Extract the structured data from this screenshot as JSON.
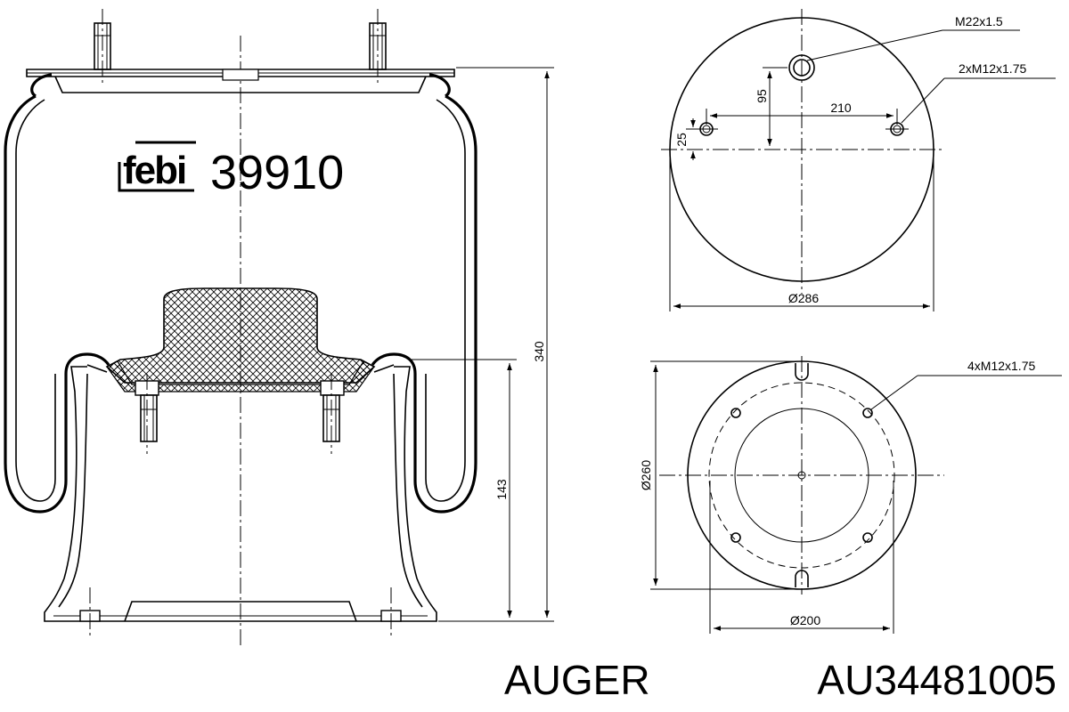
{
  "logo": {
    "brand": "febi",
    "part_number": "39910"
  },
  "footer": {
    "brand": "AUGER",
    "part_number": "AU34481005"
  },
  "dimensions": {
    "height_total": "340",
    "height_piston": "143",
    "top_thread_center": "M22x1.5",
    "top_thread_pair": "2xM12x1.75",
    "top_offset_vertical": "95",
    "top_spacing": "210",
    "top_offset_small": "25",
    "top_diameter": "Ø286",
    "bottom_threads": "4xM12x1.75",
    "bottom_diameter_outer": "Ø260",
    "bottom_diameter_inner": "Ø200"
  }
}
